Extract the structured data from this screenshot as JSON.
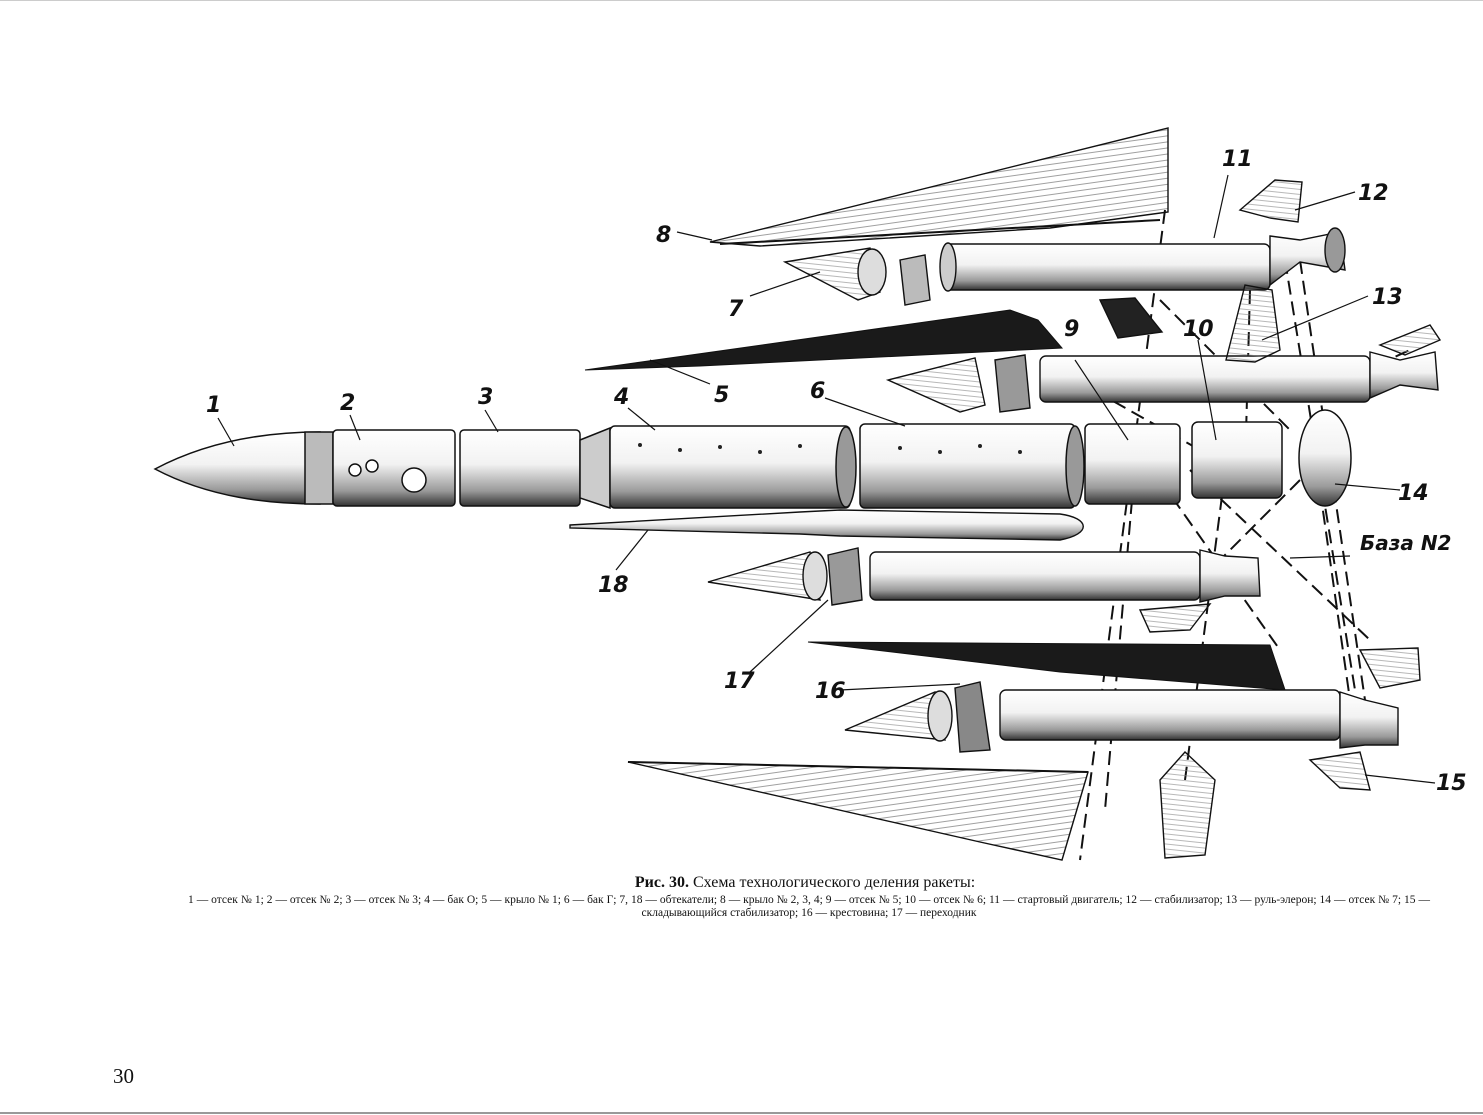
{
  "figure": {
    "part_labels": [
      "1",
      "2",
      "3",
      "4",
      "5",
      "6",
      "7",
      "8",
      "9",
      "10",
      "11",
      "12",
      "13",
      "14",
      "15",
      "16",
      "17",
      "18"
    ],
    "base_label": "База N2"
  },
  "caption": {
    "prefix": "Рис. 30.",
    "title": "Схема технологического деления ракеты:",
    "legend": "1 — отсек № 1; 2 — отсек № 2; 3 — отсек № 3; 4 — бак О; 5 — крыло № 1; 6 — бак Г; 7, 18 — обтекатели; 8 — крыло № 2, 3, 4; 9 — отсек № 5; 10 — отсек № 6; 11 — стартовый двигатель; 12 — стабилизатор; 13 — руль-элерон; 14 — отсек № 7; 15 — складывающийся стабилизатор; 16 — крестовина; 17 — переходник"
  },
  "page_number": "30"
}
